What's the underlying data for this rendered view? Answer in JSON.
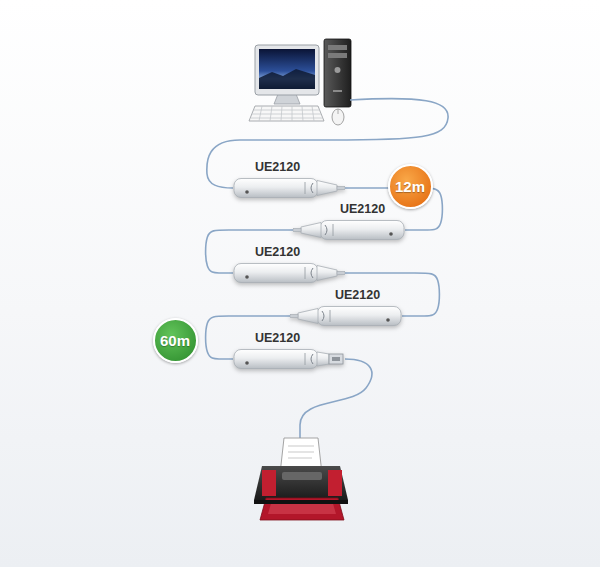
{
  "diagram": {
    "nodes": [
      {
        "text": [
          "UE2120"
        ]
      },
      {
        "text": [
          "12m"
        ]
      },
      {
        "text": [
          "UE2120"
        ]
      },
      {
        "text": [
          "UE2120"
        ]
      },
      {
        "text": [
          "UE2120"
        ]
      },
      {
        "text": [
          "60m"
        ]
      },
      {
        "text": [
          "UE2120"
        ]
      }
    ],
    "edges": [
      {
        "from": 0,
        "to": 2,
        "arrow": "none"
      },
      {
        "from": 2,
        "to": 3,
        "arrow": "none"
      },
      {
        "from": 3,
        "to": 4,
        "arrow": "none"
      },
      {
        "from": 4,
        "to": 6,
        "arrow": "none"
      }
    ]
  }
}
